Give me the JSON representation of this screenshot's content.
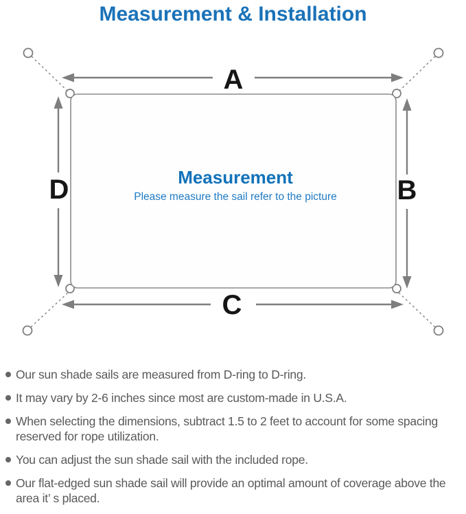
{
  "header": {
    "title": "Measurement & Installation"
  },
  "diagram": {
    "dimension_labels": {
      "top": "A",
      "right": "B",
      "bottom": "C",
      "left": "D"
    },
    "center_title": "Measurement",
    "center_subtitle": "Please measure the sail refer to the picture"
  },
  "notes": {
    "items": [
      "Our sun shade sails are measured from D-ring to D-ring.",
      "It may vary by 2-6 inches since most are custom-made in U.S.A.",
      "When selecting the dimensions, subtract 1.5 to 2 feet to account for some spacing reserved for rope utilization.",
      "You can adjust the sun shade sail with the included rope.",
      "Our flat-edged sun shade sail will provide an optimal amount of coverage above the area it’ s placed."
    ]
  },
  "colors": {
    "accent_blue": "#1a72b8",
    "center_title_blue": "#1272ba",
    "subtitle_blue": "#1e7ac4",
    "line_gray": "#7e7e7e",
    "text_gray": "#595959",
    "label_black": "#161616"
  }
}
